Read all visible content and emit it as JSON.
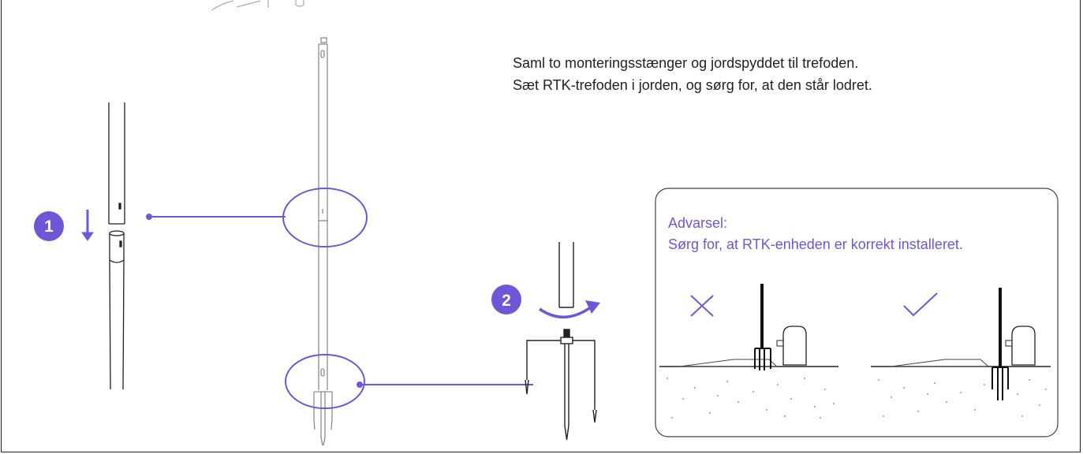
{
  "instructions": {
    "line1": "Saml to monteringsstænger og jordspyddet til trefoden.",
    "line2": "Sæt RTK-trefoden i jorden, og sørg for, at den står lodret."
  },
  "warning": {
    "title": "Advarsel:",
    "text": "Sørg for, at RTK-enheden er korrekt installeret."
  },
  "steps": [
    "1",
    "2"
  ],
  "colors": {
    "accent": "#6f56d6",
    "line": "#222222",
    "ground": "#222222"
  },
  "icons": [
    "down-arrow-icon",
    "rotate-arrow-icon",
    "cross-icon",
    "check-icon"
  ]
}
